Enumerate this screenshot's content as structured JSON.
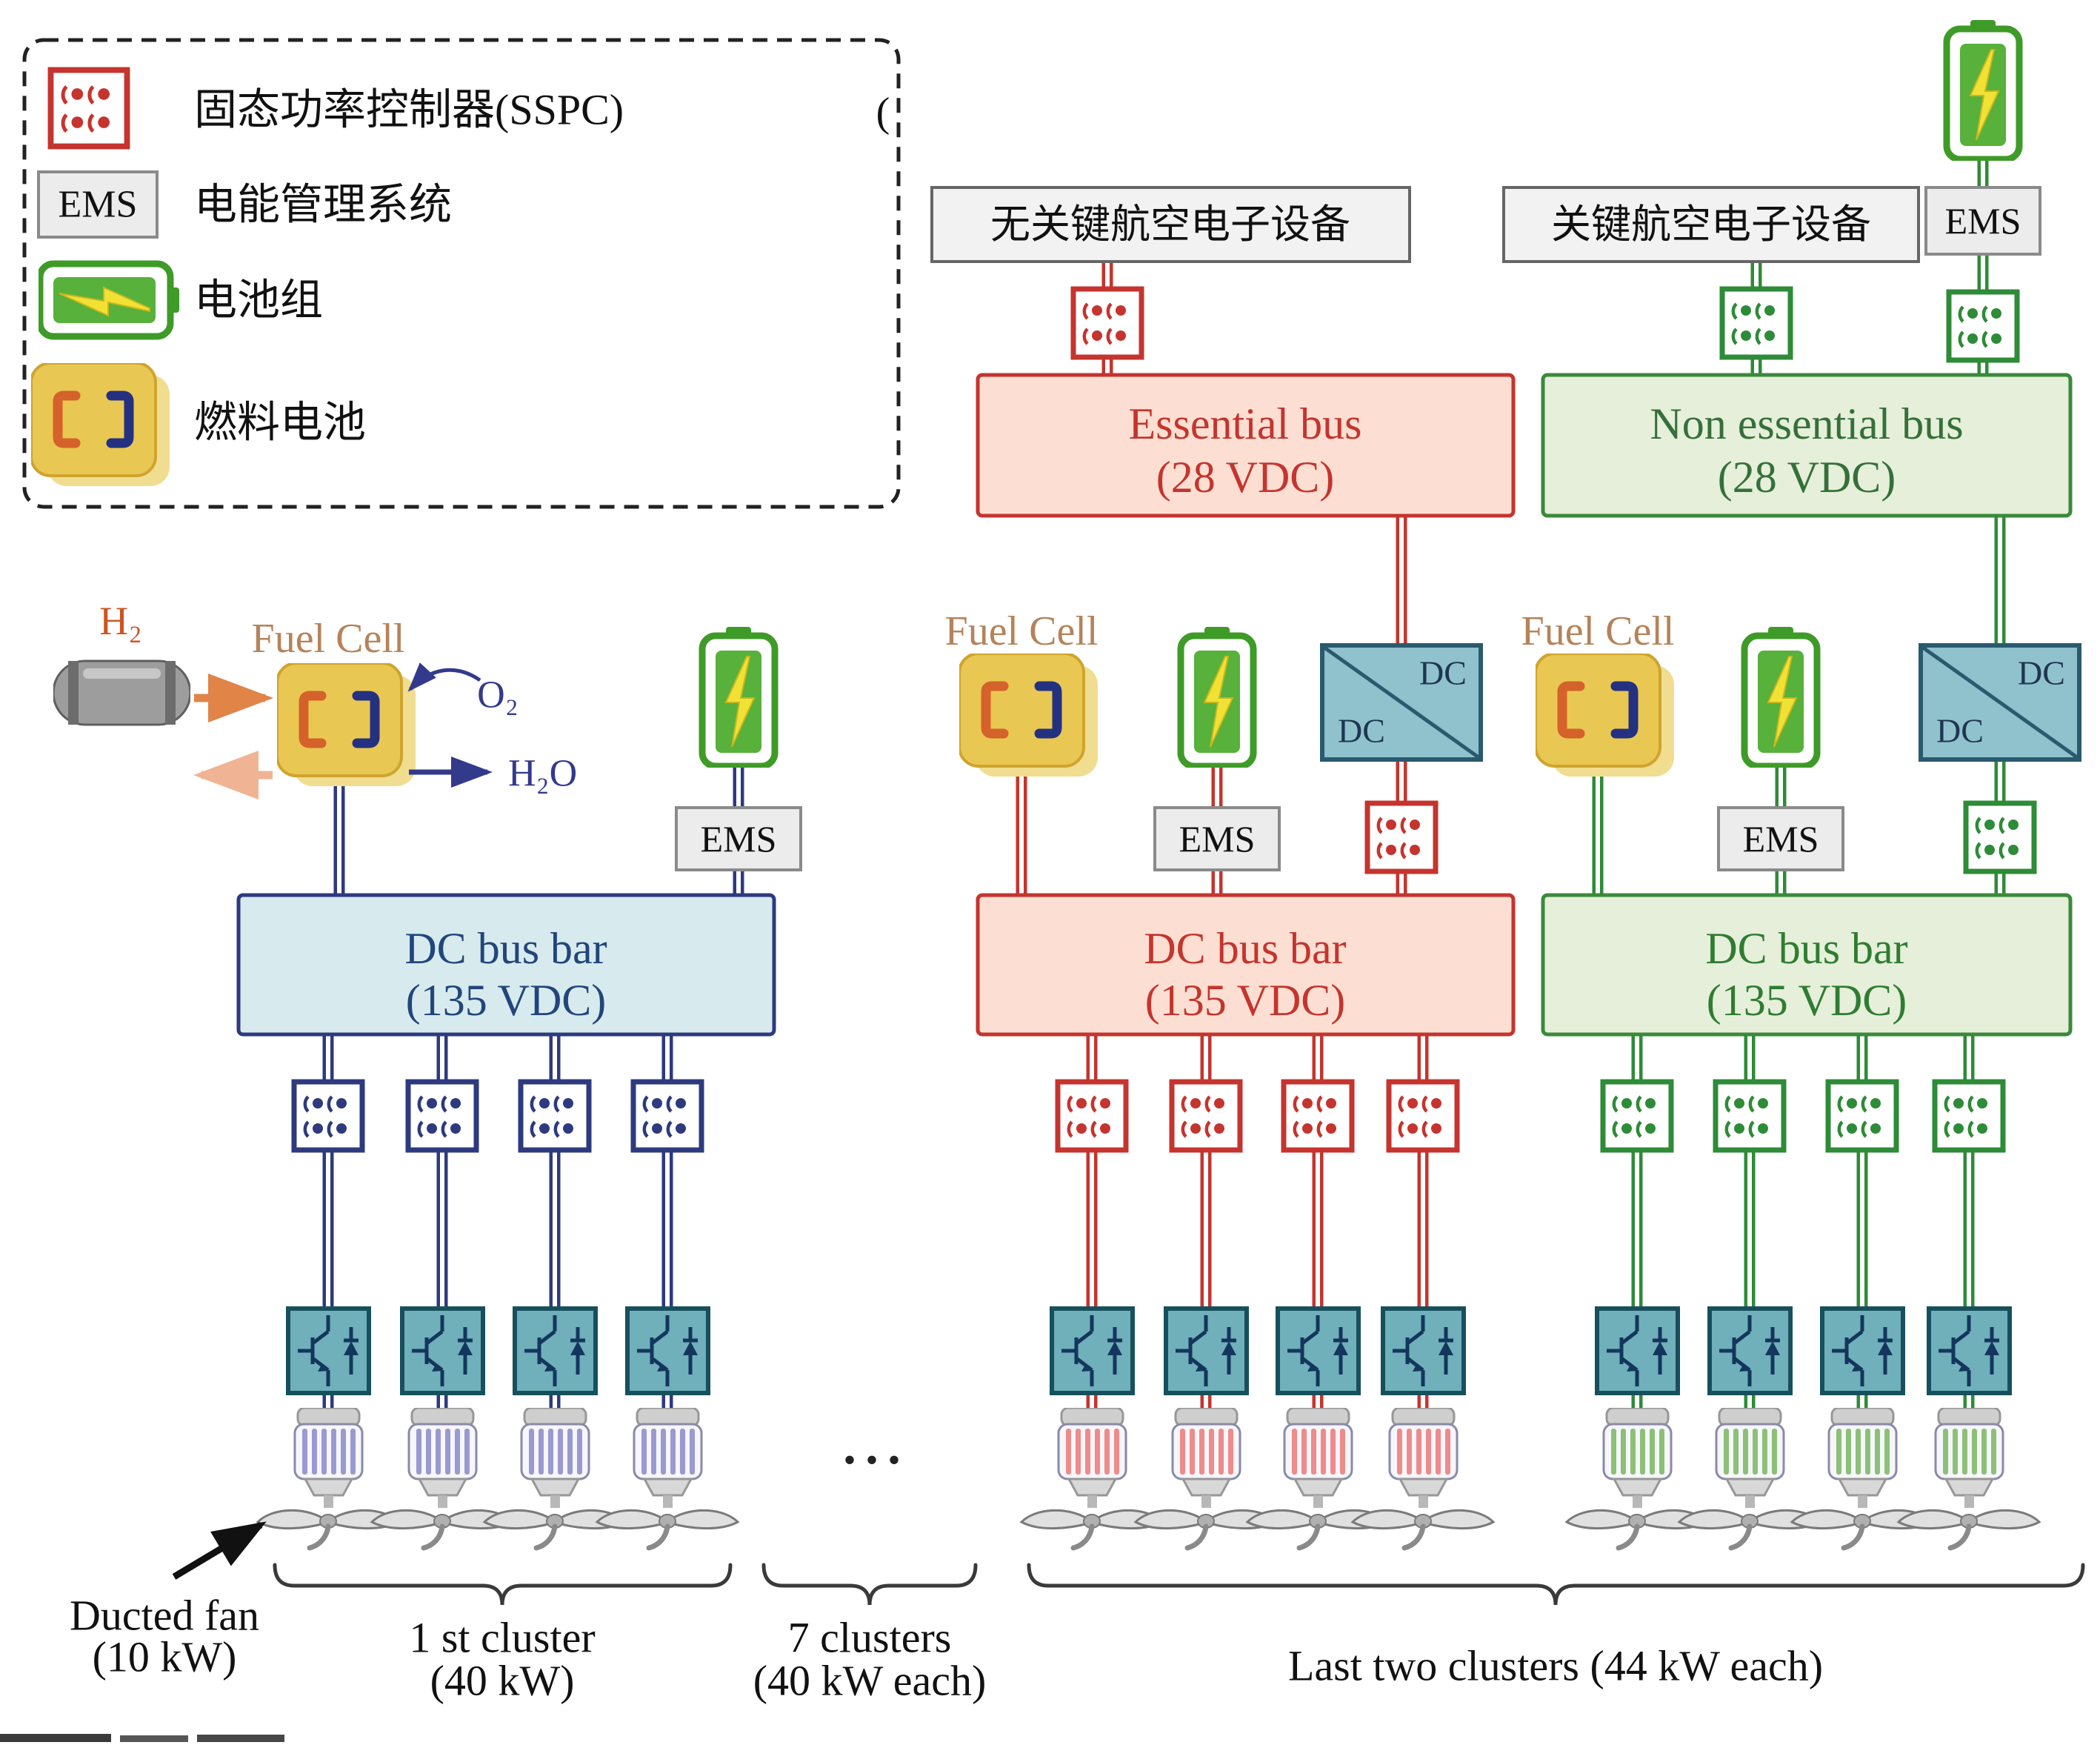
{
  "shared": {
    "ems": "EMS",
    "dc": "DC",
    "fuel_cell": "Fuel Cell",
    "dc_bus_line1": "DC bus bar",
    "dc_bus_line2": "(135 VDC)"
  },
  "legend": {
    "sspc": "固态功率控制器(SSPC)",
    "ems": "电能管理系统",
    "battery": "电池组",
    "fuel_cell": "燃料电池"
  },
  "top": {
    "noncritical": "无关键航空电子设备",
    "critical": "关键航空电子设备",
    "essential_bus_1": "Essential bus",
    "essential_bus_2": "(28 VDC)",
    "nonessential_bus_1": "Non essential bus",
    "nonessential_bus_2": "(28 VDC)"
  },
  "chem": {
    "h2": "H₂",
    "o2": "O₂",
    "h2o": "H₂O"
  },
  "captions": {
    "ducted_fan_1": "Ducted fan",
    "ducted_fan_2": "(10 kW)",
    "cluster1_1": "1 st cluster",
    "cluster1_2": "(40 kW)",
    "clusters7_1": "7 clusters",
    "clusters7_2": "(40 kW each)",
    "last_two": "Last two clusters (44 kW each)",
    "ellipsis": "...",
    "paren_artifact": "("
  },
  "colors": {
    "red": "#c5342e",
    "green": "#2e8b37",
    "navy": "#2e3a7e",
    "teal_converter": "#8fc2cd",
    "drive_teal": "#6fb0bb",
    "bus_blue_fill": "#d7ebee",
    "bus_red_fill": "#fcdfd2",
    "bus_green_fill": "#e6efd9",
    "fuel_cell_yellow": "#e9c753",
    "battery_green": "#57b13b",
    "motor_left": "#9a9ad0",
    "motor_mid": "#ee8b8b",
    "motor_right": "#8cc077"
  },
  "icons": {
    "sspc": "sspc-breaker-icon",
    "battery": "battery-pack-icon",
    "fuel_cell": "fuel-cell-icon",
    "hydrogen_tank": "hydrogen-tank-icon",
    "dcdc": "dc-dc-converter-box",
    "inverter": "motor-drive-inverter-icon",
    "motor": "electric-motor-icon",
    "propeller": "propeller-icon",
    "ems": "ems-box"
  }
}
